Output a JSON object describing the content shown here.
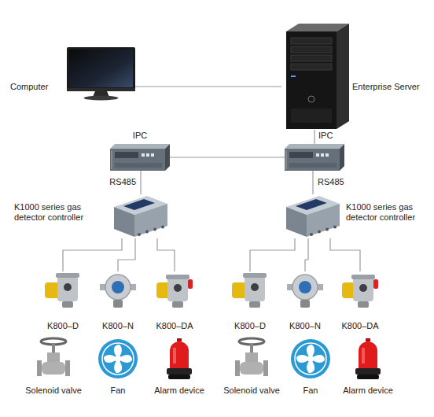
{
  "diagram": {
    "nodes": [
      {
        "text": [
          "Computer"
        ]
      },
      {
        "text": [
          "Enterprise Server"
        ]
      },
      {
        "text": [
          "IPC"
        ]
      },
      {
        "text": [
          "IPC"
        ]
      },
      {
        "text": [
          "K1000 series gas detector controller"
        ]
      },
      {
        "text": [
          "K1000 series gas detector controller"
        ]
      },
      {
        "text": [
          "K800–D"
        ]
      },
      {
        "text": [
          "K800–N"
        ]
      },
      {
        "text": [
          "K800–DA"
        ]
      },
      {
        "text": [
          "K800–D"
        ]
      },
      {
        "text": [
          "K800–N"
        ]
      },
      {
        "text": [
          "K800–DA"
        ]
      },
      {
        "text": [
          "Solenoid valve"
        ]
      },
      {
        "text": [
          "Fan"
        ]
      },
      {
        "text": [
          "Alarm device"
        ]
      },
      {
        "text": [
          "Solenoid valve"
        ]
      },
      {
        "text": [
          "Fan"
        ]
      },
      {
        "text": [
          "Alarm device"
        ]
      }
    ],
    "edges": [
      {
        "from": 0,
        "to": 1,
        "arrow": "none"
      },
      {
        "from": 1,
        "to": 3,
        "arrow": "none"
      },
      {
        "from": 2,
        "to": 3,
        "arrow": "none"
      },
      {
        "from": 2,
        "to": 4,
        "label": "RS485",
        "arrow": "none"
      },
      {
        "from": 3,
        "to": 5,
        "label": "RS485",
        "arrow": "none"
      },
      {
        "from": 4,
        "to": 6,
        "arrow": "none"
      },
      {
        "from": 4,
        "to": 7,
        "arrow": "none"
      },
      {
        "from": 4,
        "to": 8,
        "arrow": "none"
      },
      {
        "from": 5,
        "to": 9,
        "arrow": "none"
      },
      {
        "from": 5,
        "to": 10,
        "arrow": "none"
      },
      {
        "from": 5,
        "to": 11,
        "arrow": "none"
      }
    ]
  }
}
